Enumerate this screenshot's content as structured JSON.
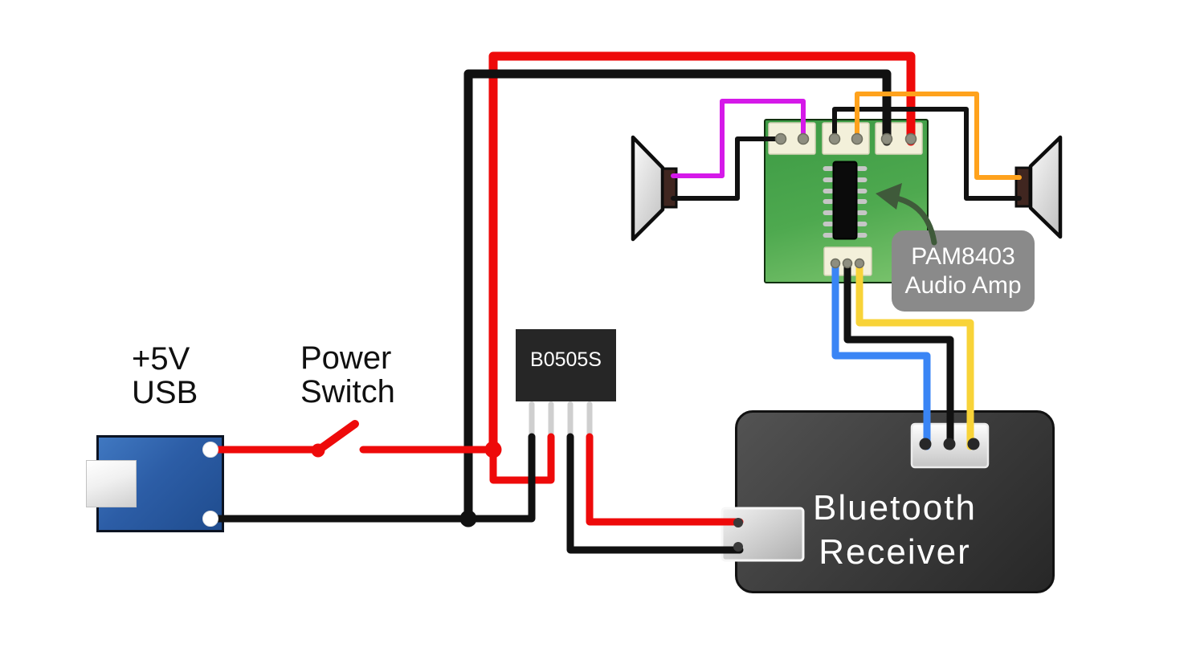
{
  "labels": {
    "usb": {
      "line1": "+5V",
      "line2": "USB"
    },
    "power_switch": {
      "line1": "Power",
      "line2": "Switch"
    },
    "dcdc": {
      "text": "B0505S"
    },
    "amp_callout": {
      "line1": "PAM8403",
      "line2": "Audio Amp"
    },
    "receiver": {
      "line1": "Bluetooth",
      "line2": "Receiver"
    }
  },
  "colors": {
    "wire_red": "#ee0a0a",
    "wire_black": "#111111",
    "wire_magenta": "#d519e9",
    "wire_orange": "#ffa21c",
    "wire_blue": "#3a85f5",
    "wire_yellow": "#f8d338",
    "pcb_green": "#4aa34c",
    "usb_blue": "#2f63ad",
    "module_black": "#262626",
    "receiver_gray": "#3a3a3a",
    "callout_gray": "#8a8a8a",
    "connector_cream": "#f3f0da",
    "pin_gray": "#8e8e80",
    "speaker_magnet_brown": "#402620",
    "arrow_green": "#3f5a3a",
    "terminal_white": "#ffffff"
  },
  "components": {
    "usb_power": "5V USB power board",
    "power_switch": "inline power switch (open)",
    "dcdc": "B0505S isolated DC-DC converter",
    "amplifier": "PAM8403 audio amplifier board",
    "receiver": "Bluetooth receiver",
    "left_speaker": "left speaker",
    "right_speaker": "right speaker"
  },
  "wires": [
    {
      "color": "red",
      "from": "usb-5v-terminal",
      "to": "power-switch"
    },
    {
      "color": "red",
      "from": "power-switch",
      "to": "red-junction"
    },
    {
      "color": "red",
      "from": "red-junction",
      "to": "amp-power-connector-right-pin"
    },
    {
      "color": "red",
      "from": "red-junction",
      "to": "dcdc-pin-2"
    },
    {
      "color": "black",
      "from": "usb-gnd-terminal",
      "to": "dcdc-pin-1"
    },
    {
      "color": "black",
      "from": "black-junction",
      "to": "amp-power-connector-left-pin"
    },
    {
      "color": "black",
      "from": "dcdc-pin-3",
      "to": "receiver-power-connector"
    },
    {
      "color": "red",
      "from": "dcdc-pin-4",
      "to": "receiver-power-connector"
    },
    {
      "color": "magenta",
      "from": "left-speaker-plus",
      "to": "amp-left-output-right-pin"
    },
    {
      "color": "black",
      "from": "left-speaker-minus",
      "to": "amp-left-output-left-pin"
    },
    {
      "color": "black",
      "from": "amp-right-output-left-pin",
      "to": "right-speaker-minus"
    },
    {
      "color": "orange",
      "from": "amp-right-output-right-pin",
      "to": "right-speaker-plus"
    },
    {
      "color": "blue",
      "from": "amp-input-pin-1",
      "to": "receiver-output-pin-1"
    },
    {
      "color": "black",
      "from": "amp-input-pin-2",
      "to": "receiver-output-pin-2"
    },
    {
      "color": "yellow",
      "from": "amp-input-pin-3",
      "to": "receiver-output-pin-3"
    }
  ]
}
